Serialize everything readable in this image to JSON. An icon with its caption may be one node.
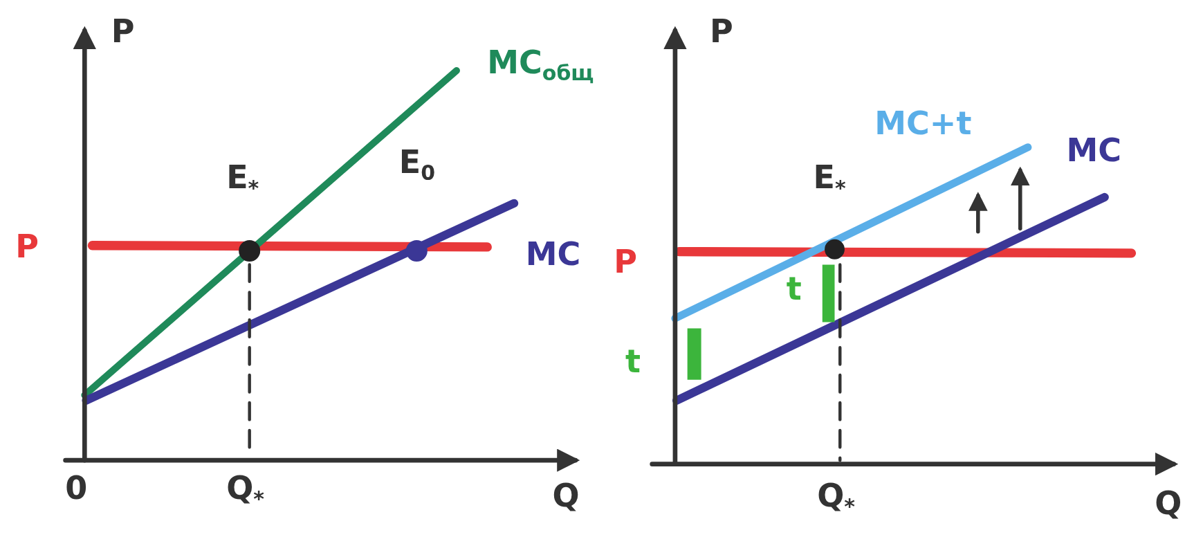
{
  "diagram": {
    "labels": [
      "P",
      "MC$_{общ}$",
      "E$_{*}$",
      "E$_{0}$",
      "P",
      "MC",
      "0",
      "Q$_{*}$",
      "Q",
      "P",
      "MC+t",
      "E$_{*}$",
      "MC",
      "P",
      "t",
      "t",
      "Q$_{*}$",
      "Q"
    ]
  }
}
